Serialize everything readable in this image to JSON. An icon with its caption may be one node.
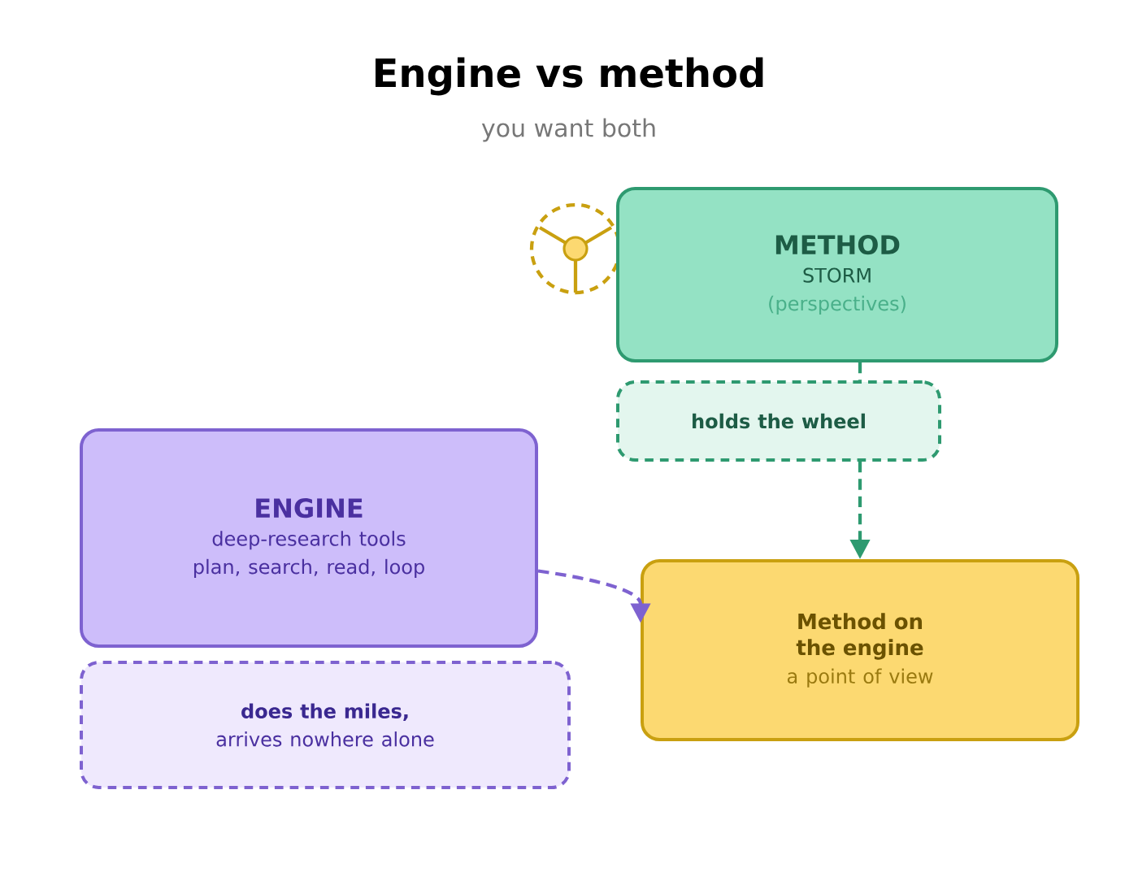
{
  "diagram": {
    "title": "Engine vs method",
    "caption": "you want both",
    "nodes": [
      {
        "text": [
          "METHOD",
          "STORM",
          "(perspectives)"
        ]
      },
      {
        "text": [
          "holds the wheel"
        ]
      },
      {
        "text": [
          "ENGINE",
          "deep-research tools",
          "plan, search, read, loop"
        ]
      },
      {
        "text": [
          "Method on the engine",
          "a point of view"
        ]
      },
      {
        "text": [
          "does the miles,",
          "arrives nowhere alone"
        ]
      }
    ],
    "edges": [
      {
        "from": 0,
        "to": 1,
        "arrow": "none",
        "style": "dashed",
        "color": "#2e9a70"
      },
      {
        "from": 1,
        "to": 3,
        "arrow": "to",
        "style": "dashed",
        "color": "#2e9a70"
      },
      {
        "from": 2,
        "to": 3,
        "arrow": "to",
        "style": "dashed",
        "color": "#7e62d0"
      }
    ]
  }
}
